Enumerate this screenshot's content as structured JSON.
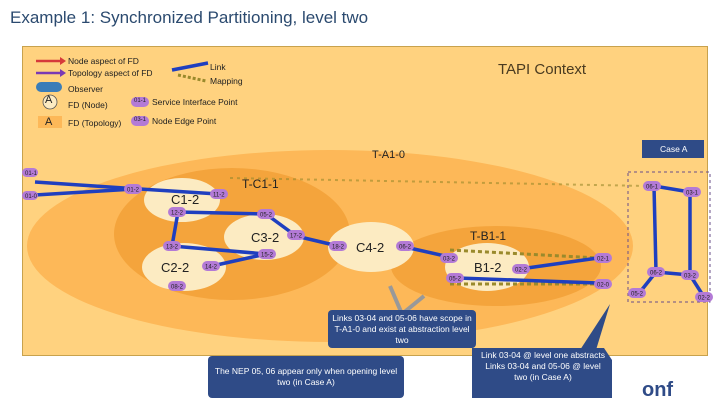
{
  "title": "Example 1: Synchronized Partitioning, level two",
  "context_label": "TAPI Context",
  "legend": {
    "fd_aspect": "Node aspect of FD",
    "topology_aspect": "Topology aspect of FD",
    "observer": "Observer",
    "fd_node_glyph": "A",
    "fd_node": "FD (Node)",
    "fd_topology_glyph": "A",
    "fd_topology": "FD (Topology)",
    "link": "Link",
    "mapping": "Mapping",
    "sip_pill": "01-1",
    "sip": "Service Interface Point",
    "nep_pill": "03-1",
    "nep": "Node Edge Point"
  },
  "case_badge": "Case A",
  "labels": {
    "t_a1_0": "T-A1-0",
    "t_c1_1": "T-C1-1",
    "c1_2": "C1-2",
    "c3_2": "C3-2",
    "c2_2": "C2-2",
    "c4_2": "C4-2",
    "t_b1_1": "T-B1-1",
    "b1_2": "B1-2"
  },
  "pills": {
    "left_01_1": "01-1",
    "left_01_0": "01-0",
    "c1_01_2": "01-2",
    "c1_11_2": "11-2",
    "c1_12_2": "12-2",
    "c3_05_2": "05-2",
    "c3_17_2": "17-2",
    "c3_15_2": "15-2",
    "c2_13_2": "13-2",
    "c2_14_2": "14-2",
    "c2_08_2": "08-2",
    "c4_18_2": "18-2",
    "c4_06_2": "06-2",
    "b1_03_2": "03-2",
    "b1_05_2": "05-2",
    "b1_02_2": "02-2",
    "right_02_1": "02-1",
    "right_02_0": "02-0",
    "r_06_1": "06-1",
    "r_03_1": "03-1",
    "r_06_2": "06-2",
    "r_03_2": "03-2",
    "r_05_2": "05-2",
    "r_02_2": "02-2"
  },
  "callouts": {
    "links_scope": "Links 03-04 and 05-06 have scope in T-A1-0 and exist at abstraction level two",
    "nep_note": "The NEP 05, 06 appear only when opening level two (in Case A)",
    "link_levels": "Link 03-04 @ level one abstracts Links 03-04 and 05-06 @ level two (in Case A)"
  },
  "logo_text": "onf",
  "colors": {
    "context_bg": "#ffd27f",
    "outer_topology": "#fdb858",
    "inner_topology": "#f4a43c",
    "node_fill": "#fcebc2",
    "link": "#1f3fbf",
    "mapping": "#9a8a2c",
    "pill": "#b37ad6",
    "callout_fill": "#2f4b87",
    "title": "#2b4a6f"
  }
}
